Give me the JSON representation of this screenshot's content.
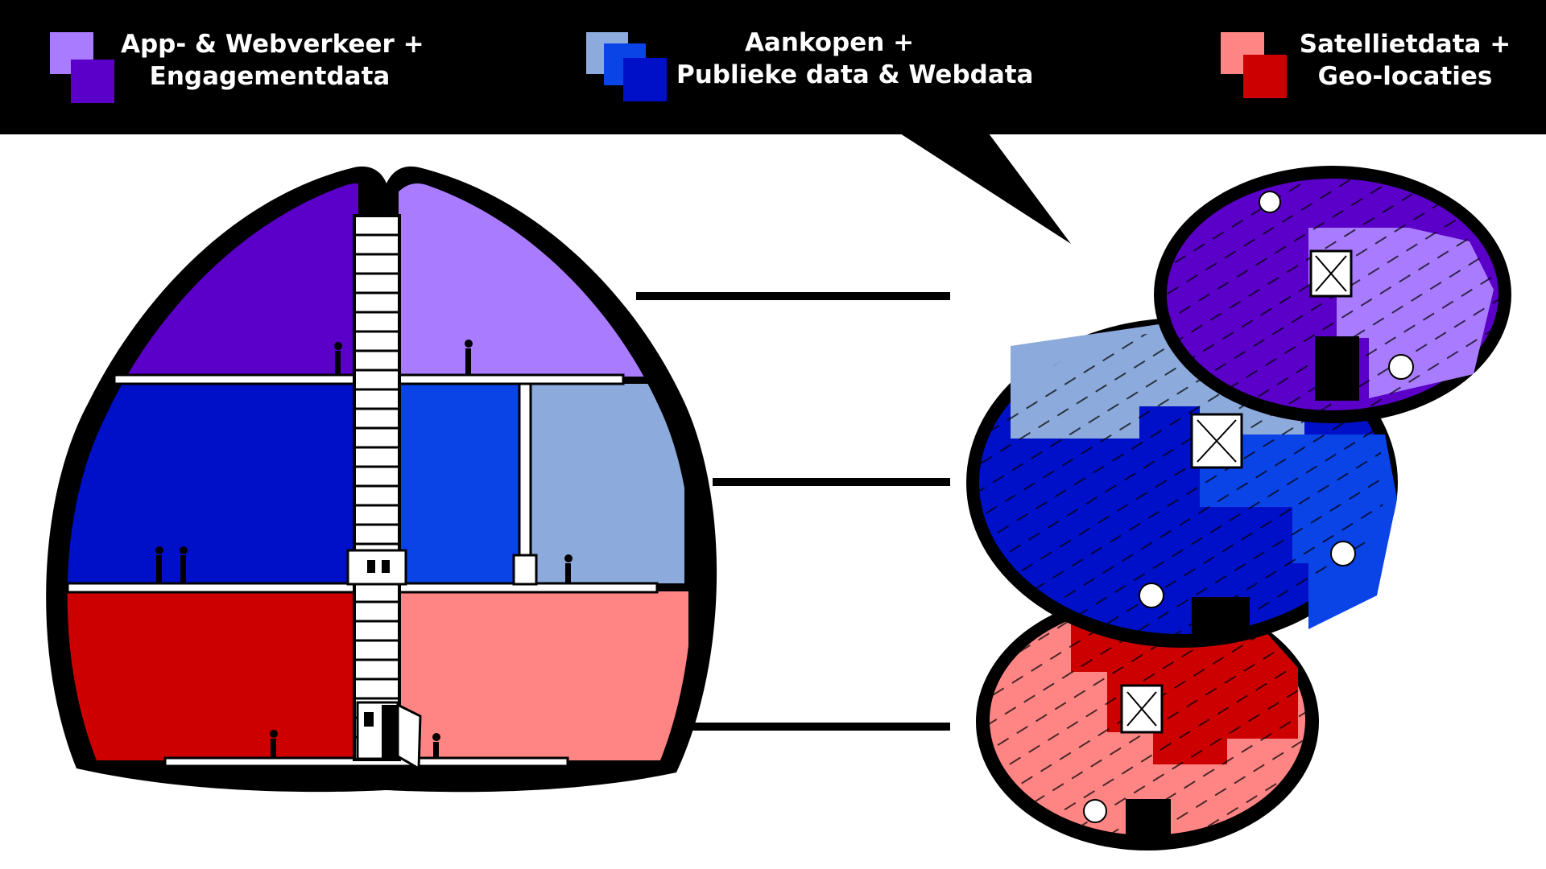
{
  "colors": {
    "purple_dark": "#5B00C8",
    "purple_light": "#A97BFF",
    "blue_dark": "#0010C8",
    "blue_mid": "#0A44E6",
    "blue_light": "#8CAADB",
    "red_dark": "#CC0000",
    "red_light": "#FF8585",
    "outline": "#000000"
  },
  "legend": [
    {
      "line1": "App- & Webverkeer +",
      "line2": "Engagementdata",
      "icon": "purple-squares-icon"
    },
    {
      "line1": "Aankopen +",
      "line2": "Publieke data & Webdata",
      "icon": "blue-squares-icon"
    },
    {
      "line1": "Satellietdata +",
      "line2": "Geo-locaties",
      "icon": "red-squares-icon"
    }
  ],
  "floors": [
    {
      "name": "top-floor",
      "left_color": "purple_dark",
      "right_color": "purple_light"
    },
    {
      "name": "middle-floor",
      "left_color": "blue_dark",
      "center_color": "blue_mid",
      "right_color": "blue_light"
    },
    {
      "name": "bottom-floor",
      "left_color": "red_dark",
      "right_color": "red_light"
    }
  ]
}
